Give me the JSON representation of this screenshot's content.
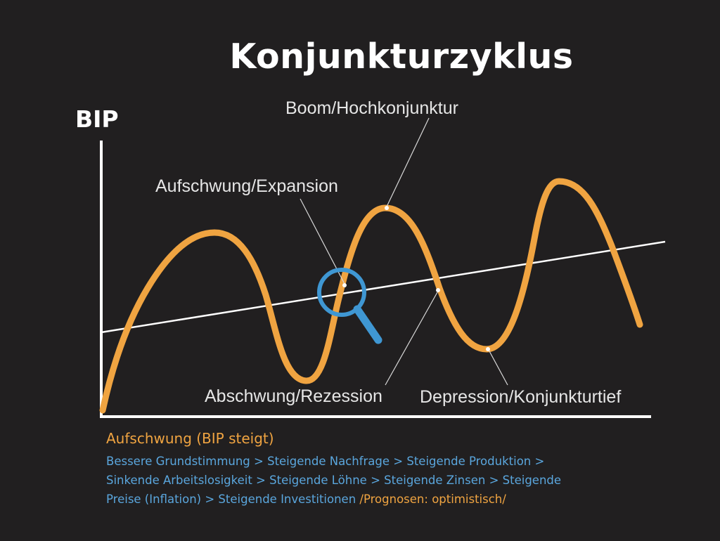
{
  "title": "Konjunkturzyklus",
  "y_axis_label": "BIP",
  "phases": {
    "boom": "Boom/Hochkonjunktur",
    "aufschwung": "Aufschwung/Expansion",
    "abschwung": "Abschwung/Rezession",
    "depression": "Depression/Konjunkturtief"
  },
  "description": {
    "heading": "Aufschwung (BIP steigt)",
    "line1": "Bessere Grundstimmung > Steigende Nachfrage > Steigende Produktion >",
    "line2": "Sinkende Arbeitslosigkeit > Steigende Löhne > Steigende Zinsen > Steigende",
    "line3": "Preise (Inflation) > Steigende Investitionen",
    "line3_note": "/Prognosen: optimistisch/"
  },
  "colors": {
    "background": "#211f20",
    "curve": "#f0a441",
    "trend": "#ffffff",
    "axis": "#ffffff",
    "magnifier": "#3f97d3",
    "description_text": "#5aa6dd",
    "accent_text": "#f0a441"
  },
  "icons": {
    "magnifier": "magnifying-glass-icon"
  }
}
